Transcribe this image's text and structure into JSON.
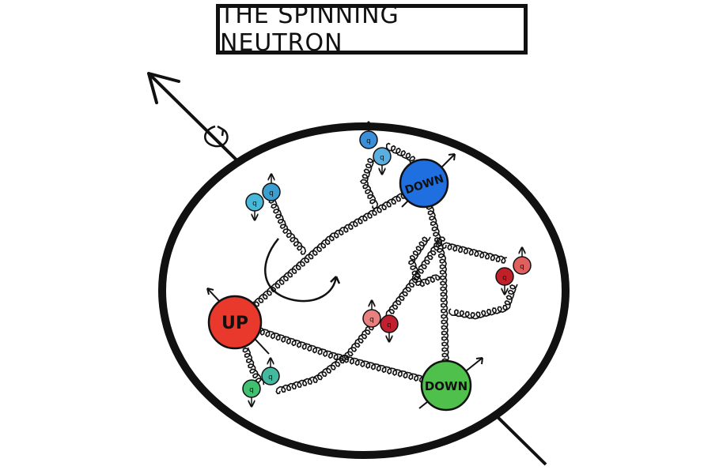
{
  "title": "THE SPINNING NEUTRON",
  "valence_quarks": [
    {
      "label": "UP",
      "color": "#e8392c"
    },
    {
      "label": "DOWN",
      "color": "#1f6fe0"
    },
    {
      "label": "DOWN",
      "color": "#4fc04c"
    }
  ],
  "sea_quark_label": "q",
  "sea_pair_colors": {
    "top_blue": [
      "#3a8fd8",
      "#5aaee0"
    ],
    "left_cyan": [
      "#49b8d8",
      "#3a9fd0"
    ],
    "right_red": [
      "#c0202a",
      "#e06060"
    ],
    "center_pink": [
      "#e88080",
      "#c02030"
    ],
    "bottom_green": [
      "#40c070",
      "#45b8a0"
    ]
  }
}
